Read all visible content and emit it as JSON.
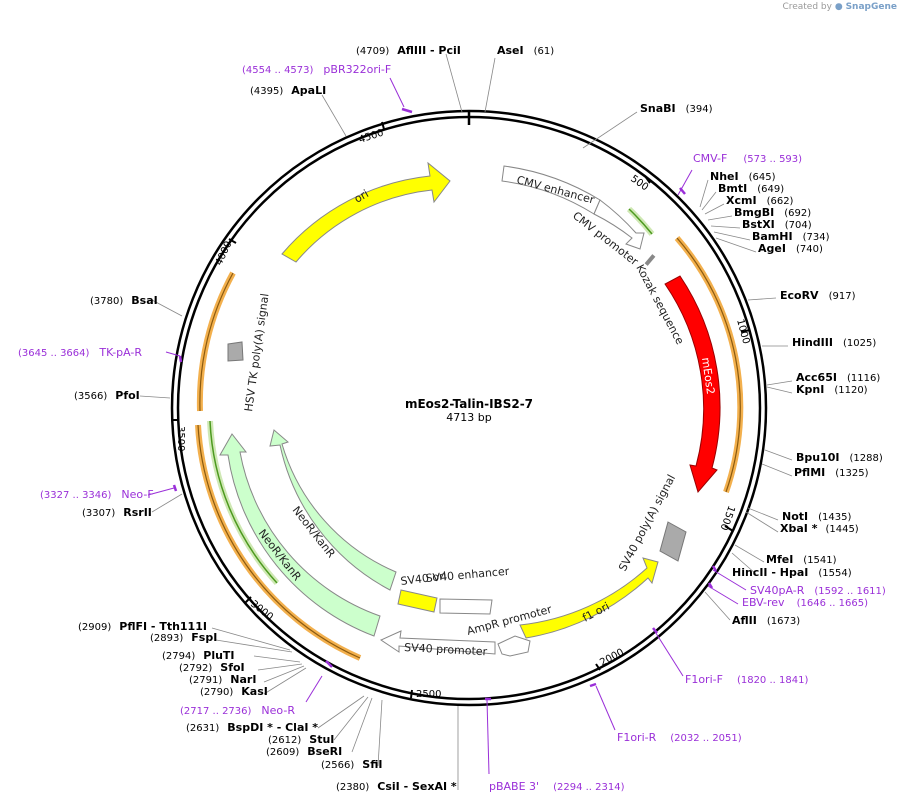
{
  "credit": {
    "prefix": "Created by",
    "brand": "SnapGene"
  },
  "plasmid": {
    "name": "mEos2-Talin-IBS2-7",
    "length": "4713 bp"
  },
  "sites": [
    {
      "name": "AseI",
      "pos": "(61)",
      "label": "AseI   (61)"
    },
    {
      "name": "SnaBI",
      "pos": "(394)",
      "label": "SnaBI   (394)"
    },
    {
      "name": "NheI",
      "pos": "(645)",
      "label": "NheI   (645)"
    },
    {
      "name": "BmtI",
      "pos": "(649)",
      "label": "BmtI   (649)"
    },
    {
      "name": "XcmI",
      "pos": "(662)",
      "label": "XcmI   (662)"
    },
    {
      "name": "BmgBI",
      "pos": "(692)",
      "label": "BmgBI   (692)"
    },
    {
      "name": "BstXI",
      "pos": "(704)",
      "label": "BstXI   (704)"
    },
    {
      "name": "BamHI",
      "pos": "(734)",
      "label": "BamHI   (734)"
    },
    {
      "name": "AgeI",
      "pos": "(740)",
      "label": "AgeI   (740)"
    },
    {
      "name": "EcoRV",
      "pos": "(917)",
      "label": "EcoRV   (917)"
    },
    {
      "name": "HindIII",
      "pos": "(1025)",
      "label": "HindIII   (1025)"
    },
    {
      "name": "Acc65I",
      "pos": "(1116)",
      "label": "Acc65I   (1116)"
    },
    {
      "name": "KpnI",
      "pos": "(1120)",
      "label": "KpnI   (1120)"
    },
    {
      "name": "Bpu10I",
      "pos": "(1288)",
      "label": "Bpu10I   (1288)"
    },
    {
      "name": "PflMI",
      "pos": "(1325)",
      "label": "PflMI   (1325)"
    },
    {
      "name": "NotI",
      "pos": "(1435)",
      "label": "NotI   (1435)"
    },
    {
      "name": "XbaI *",
      "pos": "(1445)",
      "label": "XbaI *   (1445)"
    },
    {
      "name": "MfeI",
      "pos": "(1541)",
      "label": "MfeI   (1541)"
    },
    {
      "name": "HincII - HpaI",
      "pos": "(1554)",
      "label": "HincII  - HpaI   (1554)"
    },
    {
      "name": "AflII",
      "pos": "(1673)",
      "label": "AflII   (1673)"
    },
    {
      "name": "CsiI - SexAI *",
      "pos": "(2380)",
      "label": "(2380)  CsiI  - SexAI *"
    },
    {
      "name": "SfiI",
      "pos": "(2566)",
      "label": "(2566)  SfiI"
    },
    {
      "name": "BseRI",
      "pos": "(2609)",
      "label": "(2609)  BseRI"
    },
    {
      "name": "StuI",
      "pos": "(2612)",
      "label": "(2612)  StuI"
    },
    {
      "name": "BspDI * - ClaI *",
      "pos": "(2631)",
      "label": "(2631)  BspDI *  - ClaI *"
    },
    {
      "name": "KasI",
      "pos": "(2790)",
      "label": "(2790)  KasI"
    },
    {
      "name": "NarI",
      "pos": "(2791)",
      "label": "(2791)  NarI"
    },
    {
      "name": "SfoI",
      "pos": "(2792)",
      "label": "(2792)  SfoI"
    },
    {
      "name": "PluTI",
      "pos": "(2794)",
      "label": "(2794)  PluTI"
    },
    {
      "name": "FspI",
      "pos": "(2893)",
      "label": "(2893)  FspI"
    },
    {
      "name": "PflFI - Tth111I",
      "pos": "(2909)",
      "label": "(2909)  PflFI  - Tth111I"
    },
    {
      "name": "RsrII",
      "pos": "(3307)",
      "label": "(3307)  RsrII"
    },
    {
      "name": "PfoI",
      "pos": "(3566)",
      "label": "(3566)  PfoI"
    },
    {
      "name": "BsaI",
      "pos": "(3780)",
      "label": "(3780)  BsaI"
    },
    {
      "name": "ApaLI",
      "pos": "(4395)",
      "label": "(4395)  ApaLI"
    },
    {
      "name": "AflIII - PciI",
      "pos": "(4709)",
      "label": "(4709)  AflIII  - PciI"
    }
  ],
  "primers": [
    {
      "name": "pBR322ori-F",
      "range": "(4554 .. 4573)"
    },
    {
      "name": "CMV-F",
      "range": "(573 .. 593)"
    },
    {
      "name": "SV40pA-R",
      "range": "(1592 .. 1611)"
    },
    {
      "name": "EBV-rev",
      "range": "(1646 .. 1665)"
    },
    {
      "name": "F1ori-F",
      "range": "(1820 .. 1841)"
    },
    {
      "name": "F1ori-R",
      "range": "(2032 .. 2051)"
    },
    {
      "name": "pBABE 3'",
      "range": "(2294 .. 2314)"
    },
    {
      "name": "Neo-R",
      "range": "(2717 .. 2736)"
    },
    {
      "name": "Neo-F",
      "range": "(3327 .. 3346)"
    },
    {
      "name": "TK-pA-R",
      "range": "(3645 .. 3664)"
    }
  ],
  "features": [
    {
      "name": "CMV enhancer"
    },
    {
      "name": "CMV promoter"
    },
    {
      "name": "Kozak sequence"
    },
    {
      "name": "mEos2"
    },
    {
      "name": "SV40 poly(A) signal"
    },
    {
      "name": "f1 ori"
    },
    {
      "name": "AmpR promoter"
    },
    {
      "name": "SV40 enhancer"
    },
    {
      "name": "SV40 ori"
    },
    {
      "name": "SV40 promoter"
    },
    {
      "name": "NeoR/KanR"
    },
    {
      "name": "NeoR/KanR"
    },
    {
      "name": "HSV TK poly(A) signal"
    },
    {
      "name": "ori"
    }
  ],
  "ticks": [
    "500",
    "1000",
    "1500",
    "2000",
    "2500",
    "3000",
    "3500",
    "4000",
    "4500"
  ],
  "colors": {
    "primer": "#9a2fd8",
    "ori": "#ffff00",
    "mEos2": "#ff0000",
    "neo": "#ccffcc",
    "orange": "#f3b04d",
    "green": "#4c9a1f",
    "gray": "#aaaaaa"
  }
}
